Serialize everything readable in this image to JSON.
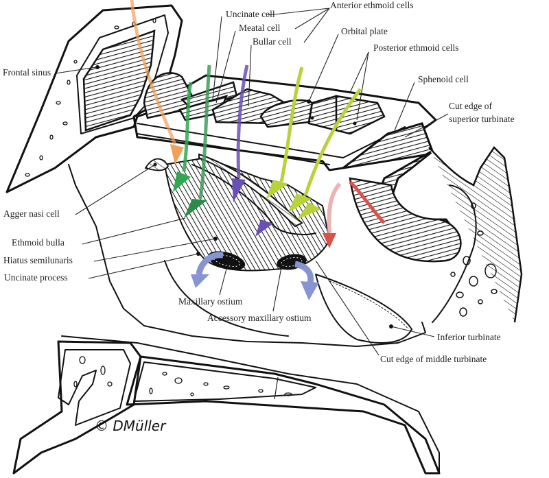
{
  "figure": {
    "title": "Sagittal view of the lateral nasal wall and ethmoid sinus drainage pathways",
    "signature": "© DMüller"
  },
  "labels": {
    "anterior_ethmoid_cells": "Anterior ethmoid cells",
    "uncinate_cell": "Uncinate cell",
    "meatal_cell": "Meatal cell",
    "bullar_cell": "Bullar cell",
    "orbital_plate": "Orbital plate",
    "posterior_ethmoid_cells": "Posterior ethmoid cells",
    "frontal_sinus": "Frontal sinus",
    "sphenoid_cell": "Sphenoid cell",
    "cut_edge_superior_turbinate_1": "Cut edge of",
    "cut_edge_superior_turbinate_2": "superior turbinate",
    "agger_nasi_cell": "Agger nasi cell",
    "ethmoid_bulla": "Ethmoid bulla",
    "hiatus_semilunaris": "Hiatus semilunaris",
    "uncinate_process": "Uncinate process",
    "maxillary_ostium": "Maxillary ostium",
    "accessory_maxillary_ostium": "Accessory maxillary ostium",
    "inferior_turbinate": "Inferior turbinate",
    "cut_edge_middle_turbinate": "Cut edge of middle turbinate"
  },
  "arrows": [
    {
      "name": "frontal-sinus-drainage-arrow",
      "color": "#f0a05a"
    },
    {
      "name": "uncinate-cell-drainage-arrow",
      "color": "#2fa84f"
    },
    {
      "name": "meatal-cell-drainage-arrow",
      "color": "#3f9a5c"
    },
    {
      "name": "bullar-cell-drainage-arrow",
      "color": "#6a4fb8"
    },
    {
      "name": "posterior-ethmoid-drainage-arrow-1",
      "color": "#b8d23a"
    },
    {
      "name": "posterior-ethmoid-drainage-arrow-2",
      "color": "#b8d23a"
    },
    {
      "name": "sphenoid-drainage-arrow",
      "color": "#d9534a"
    },
    {
      "name": "maxillary-ostium-drainage-arrow",
      "color": "#8794d2"
    },
    {
      "name": "accessory-ostium-drainage-arrow",
      "color": "#8794d2"
    }
  ]
}
